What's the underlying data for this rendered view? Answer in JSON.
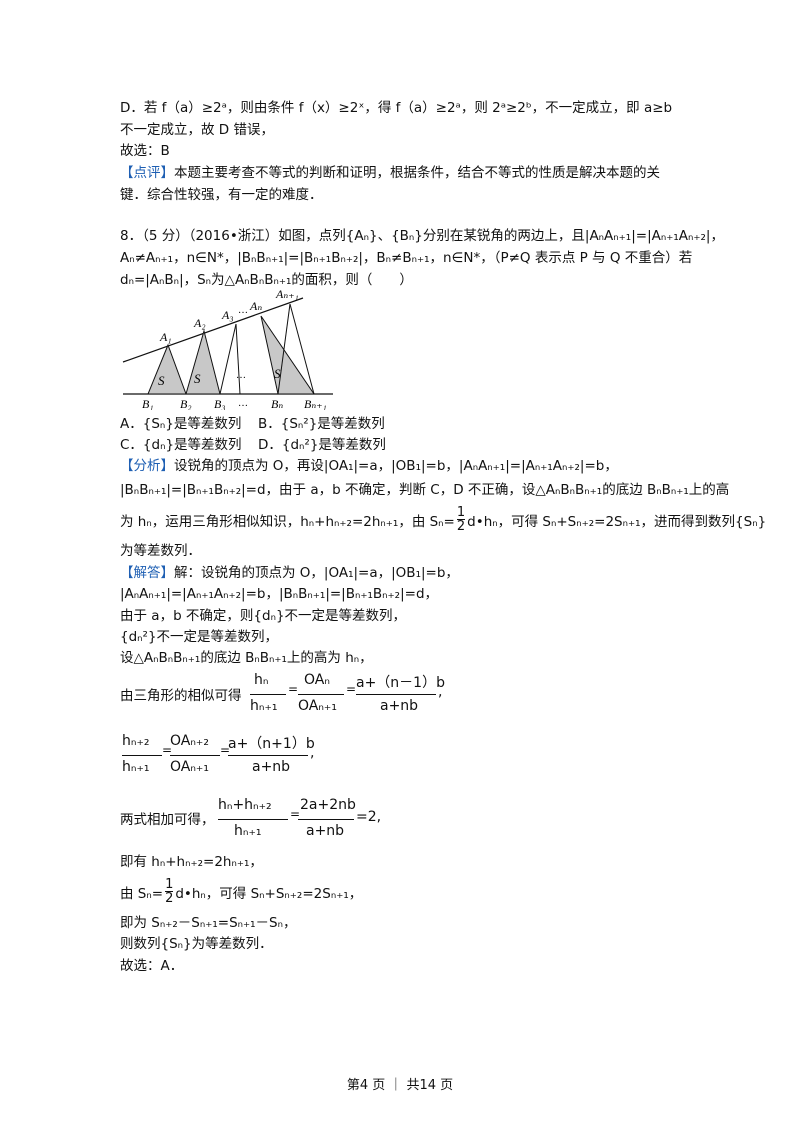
{
  "d_option": {
    "line1": "D．若 f（a）≥2ᵃ，则由条件 f（x）≥2ˣ，得 f（a）≥2ᵃ，则 2ᵃ≥2ᵇ，不一定成立，即 a≥b",
    "line2": "不一定成立，故 D 错误，"
  },
  "answer_prev": "故选：B",
  "comment_tag": "【点评】",
  "comment_line1": "本题主要考查不等式的判断和证明，根据条件，结合不等式的性质是解决本题的关",
  "comment_line2": "键．综合性较强，有一定的难度．",
  "q8": {
    "line1": "8．（5 分）（2016•浙江）如图，点列{Aₙ}、{Bₙ}分别在某锐角的两边上，且|AₙAₙ₊₁|=|Aₙ₊₁Aₙ₊₂|，",
    "line2": "Aₙ≠Aₙ₊₁，n∈N*，|BₙBₙ₊₁|=|Bₙ₊₁Bₙ₊₂|，Bₙ≠Bₙ₊₁，n∈N*，（P≠Q 表示点 P 与 Q 不重合）若",
    "line3": "dₙ=|AₙBₙ|，Sₙ为△AₙBₙBₙ₊₁的面积，则（　　）"
  },
  "figure": {
    "a_labels": [
      "A₁",
      "A₂",
      "A₃",
      "Aₙ",
      "Aₙ₊₁"
    ],
    "b_labels": [
      "B₁",
      "B₂",
      "B₃",
      "Bₙ",
      "Bₙ₊₁"
    ],
    "s_label": "S",
    "dots": "…"
  },
  "options": {
    "a": "A．{Sₙ}是等差数列",
    "b": "B．{Sₙ²}是等差数列",
    "c": "C．{dₙ}是等差数列",
    "d": "D．{dₙ²}是等差数列"
  },
  "analysis_tag": "【分析】",
  "analysis": {
    "line1": "设锐角的顶点为 O，再设|OA₁|=a，|OB₁|=b，|AₙAₙ₊₁|=|Aₙ₊₁Aₙ₊₂|=b，",
    "line2": "|BₙBₙ₊₁|=|Bₙ₊₁Bₙ₊₂|=d，由于 a，b 不确定，判断 C，D 不正确，设△AₙBₙBₙ₊₁的底边 BₙBₙ₊₁上的高",
    "line3a": "为 hₙ，运用三角形相似知识，hₙ+hₙ₊₂=2hₙ₊₁，由 Sₙ=",
    "half_num": "1",
    "half_den": "2",
    "line3b": "d•hₙ，可得 Sₙ+Sₙ₊₂=2Sₙ₊₁，进而得到数列{Sₙ}",
    "line4": "为等差数列．"
  },
  "solution_tag": "【解答】",
  "solution": {
    "line1": "解：设锐角的顶点为 O，|OA₁|=a，|OB₁|=b，",
    "line2": "|AₙAₙ₊₁|=|Aₙ₊₁Aₙ₊₂|=b，|BₙBₙ₊₁|=|Bₙ₊₁Bₙ₊₂|=d，",
    "line3": "由于 a，b 不确定，则{dₙ}不一定是等差数列，",
    "line4": "{dₙ²}不一定是等差数列，",
    "line5": "设△AₙBₙBₙ₊₁的底边 BₙBₙ₊₁上的高为 hₙ，",
    "similar_prefix": "由三角形的相似可得",
    "eq1": {
      "n1": "hₙ",
      "d1": "hₙ₊₁",
      "n2": "OAₙ",
      "d2": "OAₙ₊₁",
      "n3": "a+（n－1）b",
      "d3": "a+nb",
      "tail": ","
    },
    "eq2": {
      "n1": "hₙ₊₂",
      "d1": "hₙ₊₁",
      "n2": "OAₙ₊₂",
      "d2": "OAₙ₊₁",
      "n3": "a+（n+1）b",
      "d3": "a+nb",
      "tail": ","
    },
    "sum_prefix": "两式相加可得，",
    "eq3": {
      "n1": "hₙ+hₙ₊₂",
      "d1": "hₙ₊₁",
      "n2": "2a+2nb",
      "d2": "a+nb",
      "tail": "=2,"
    },
    "line6": "即有 hₙ+hₙ₊₂=2hₙ₊₁，",
    "line7a": "由 Sₙ=",
    "line7b": "d•hₙ，可得 Sₙ+Sₙ₊₂=2Sₙ₊₁，",
    "line8": "即为 Sₙ₊₂－Sₙ₊₁=Sₙ₊₁－Sₙ，",
    "line9": "则数列{Sₙ}为等差数列．",
    "line10": "故选：A．"
  },
  "footer": "第4 页 ｜ 共14 页"
}
